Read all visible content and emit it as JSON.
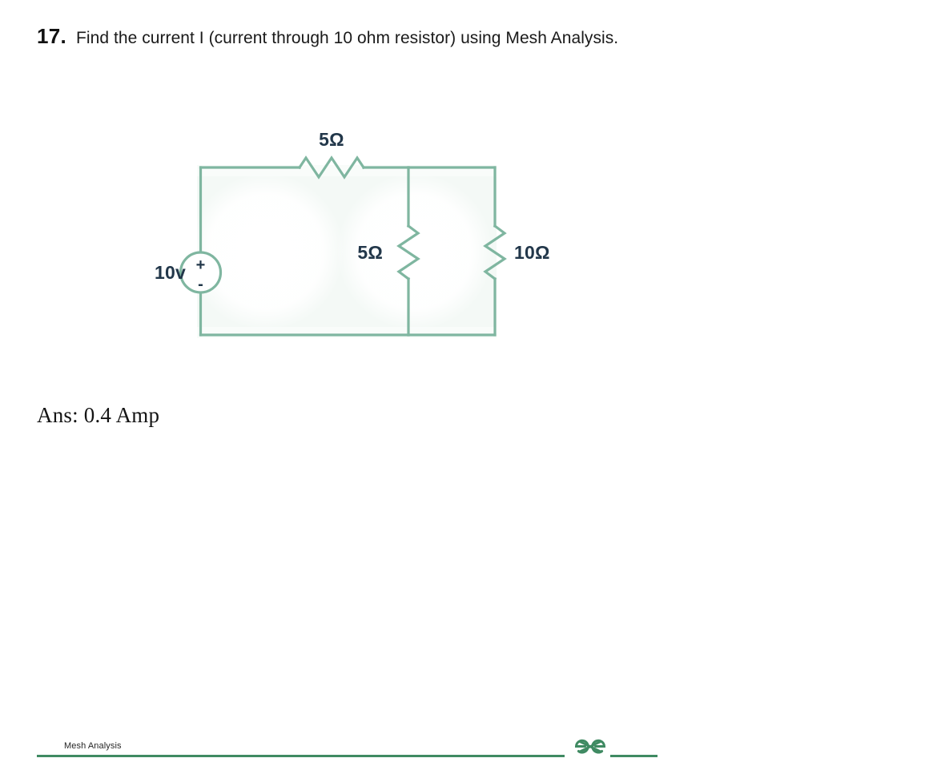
{
  "question": {
    "number": "17.",
    "text": "Find the current I (current through 10 ohm resistor) using Mesh Analysis."
  },
  "circuit": {
    "source": {
      "label": "10v",
      "plus": "+",
      "minus": "-",
      "name": "dc-voltage-source"
    },
    "resistors": [
      {
        "label": "5Ω",
        "position": "top",
        "name": "resistor-5-ohm-series"
      },
      {
        "label": "5Ω",
        "position": "middle-branch",
        "name": "resistor-5-ohm-parallel"
      },
      {
        "label": "10Ω",
        "position": "right-branch",
        "name": "resistor-10-ohm"
      }
    ],
    "colors": {
      "wire": "#7fb6a0",
      "label": "#22374a",
      "fill": "#fafcfb"
    }
  },
  "footer": {
    "caption": "Mesh Analysis",
    "logo_alt": "ƏG",
    "rule_color": "#3f8a62"
  },
  "answer": {
    "text": "Ans: 0.4 Amp"
  }
}
